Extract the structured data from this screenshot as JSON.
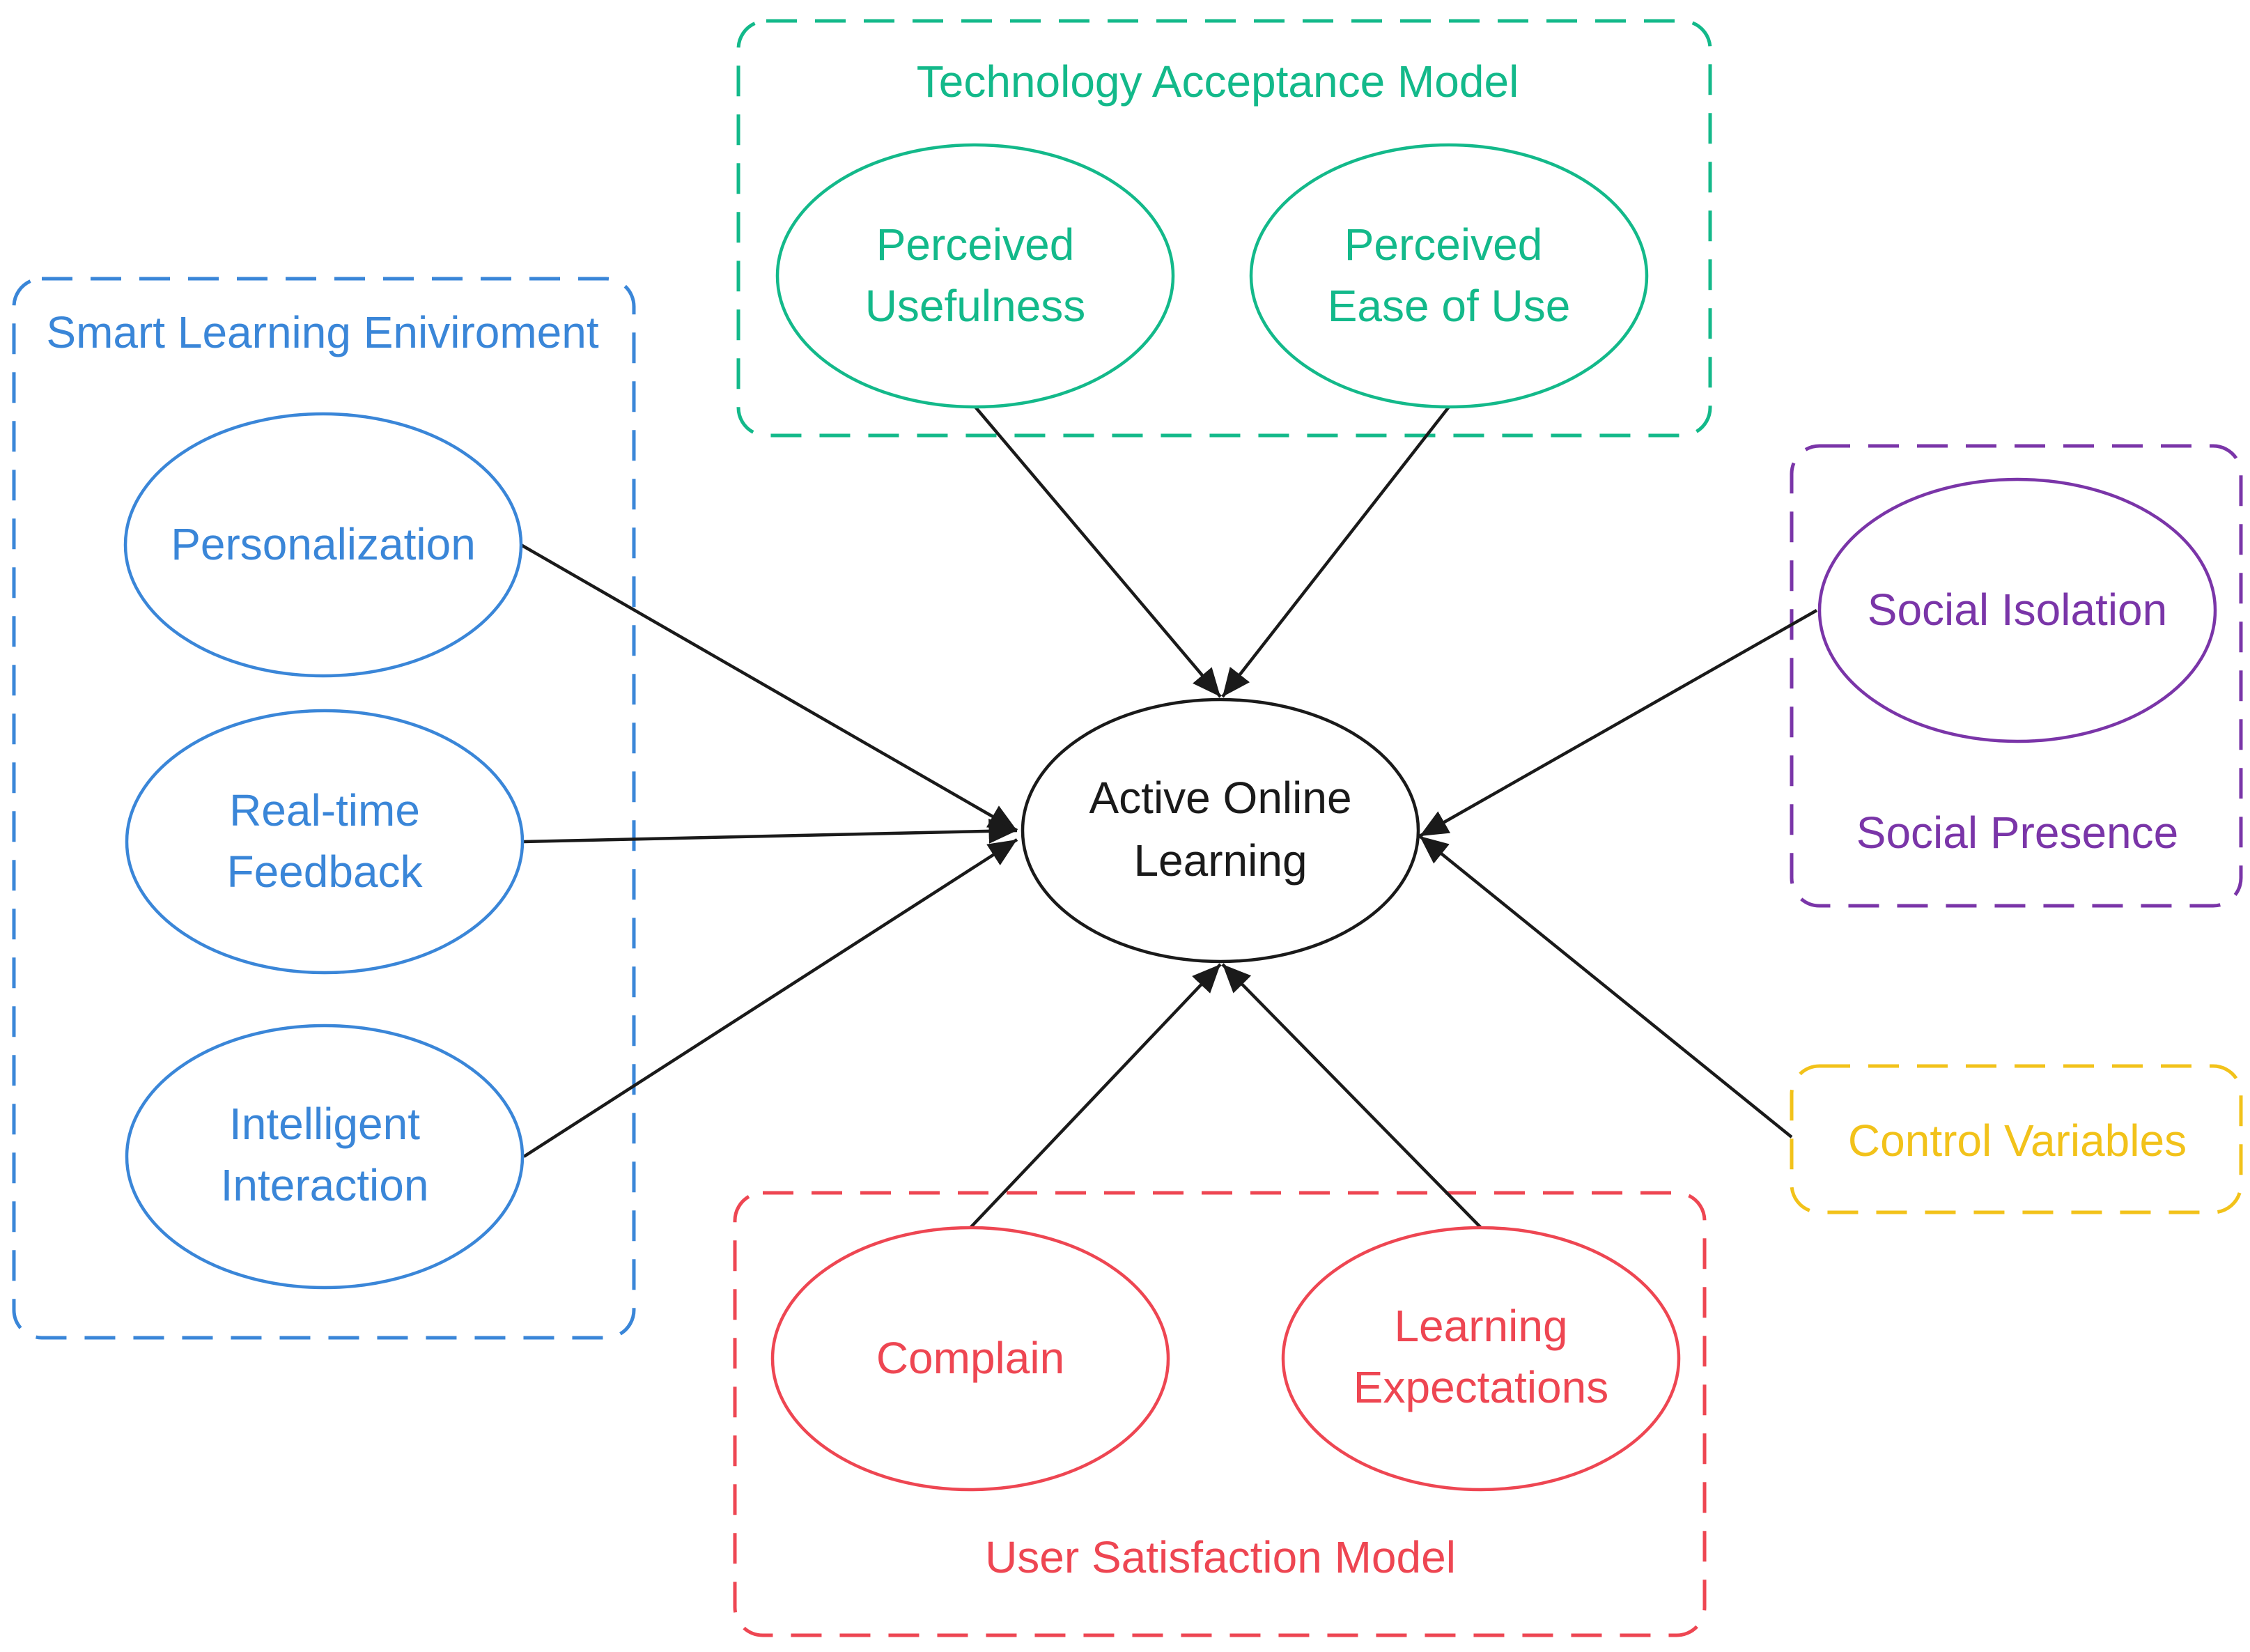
{
  "colors": {
    "smart_learning": "#3a86d8",
    "tam": "#13b98a",
    "social": "#7a35a8",
    "control": "#f2c21a",
    "user_satisfaction": "#ee4652",
    "center": "#1a1a1a"
  },
  "groups": {
    "smart_learning": "Smart Learning Eniviroment",
    "tam": "Technology Acceptance Model",
    "social": "Social Presence",
    "control": "Control Variables",
    "user_satisfaction": "User Satisfaction Model"
  },
  "constructs": {
    "personalization": [
      "Personalization"
    ],
    "realtime_feedback": [
      "Real-time",
      "Feedback"
    ],
    "intelligent_interaction": [
      "Intelligent",
      "Interaction"
    ],
    "perceived_usefulness": [
      "Perceived",
      "Usefulness"
    ],
    "perceived_ease_of_use": [
      "Perceived",
      "Ease of Use"
    ],
    "social_isolation": [
      "Social Isolation"
    ],
    "complain": [
      "Complain"
    ],
    "learning_expectations": [
      "Learning",
      "Expectations"
    ],
    "active_online_learning": [
      "Active Online",
      "Learning"
    ]
  }
}
